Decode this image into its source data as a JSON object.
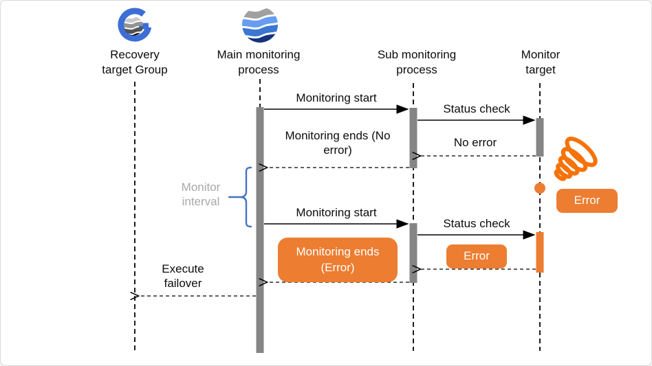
{
  "actors": [
    {
      "label": "Recovery target Group",
      "icon": "g-wave-logo-icon"
    },
    {
      "label": "Main monitoring process",
      "icon": "wave-sphere-icon"
    },
    {
      "label": "Sub monitoring process"
    },
    {
      "label": "Monitor target"
    }
  ],
  "messages": {
    "monitoring_start_1": "Monitoring start",
    "status_check_1": "Status check",
    "no_error": "No error",
    "monitoring_ends_no_error": "Monitoring ends (No error)",
    "monitoring_start_2": "Monitoring start",
    "status_check_2": "Status check",
    "error_return": "Error",
    "monitoring_ends_error": "Monitoring ends (Error)",
    "execute_failover": "Execute failover"
  },
  "annotations": {
    "monitor_interval": "Monitor interval",
    "error_callout": "Error"
  },
  "icons": [
    "g-wave-logo-icon",
    "wave-sphere-icon",
    "spring-scribble-icon",
    "error-dot-icon"
  ],
  "colors": {
    "accent_orange": "#ED7D31",
    "spring_orange": "#F5730A",
    "activation_gray": "#858585",
    "brace_blue": "#4472C4",
    "interval_text_gray": "#A8A8A8"
  }
}
